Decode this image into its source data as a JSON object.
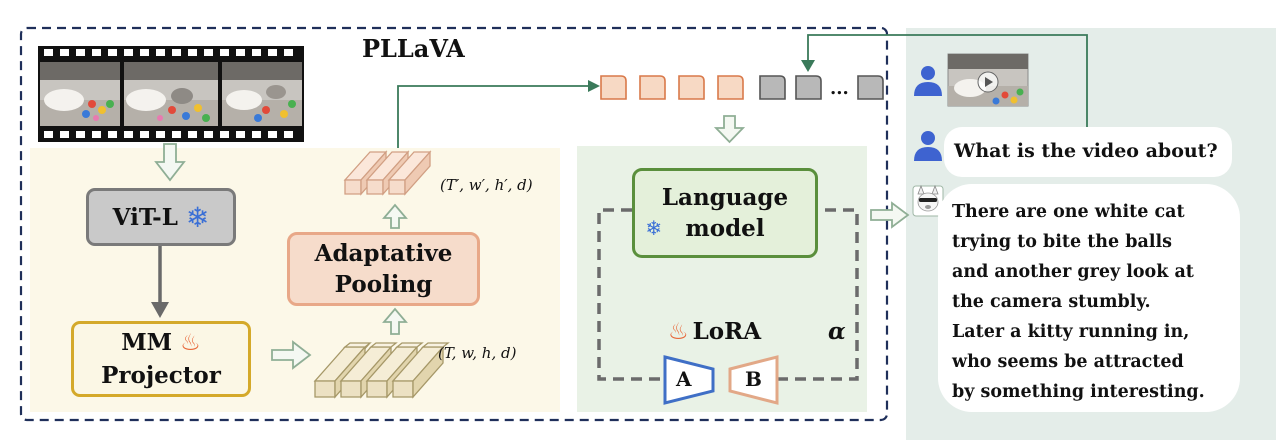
{
  "title": "PLLaVA",
  "blocks": {
    "vit": "ViT-L",
    "projector_line1": "MM",
    "projector_line2": "Projector",
    "pooling_line1": "Adaptative",
    "pooling_line2": "Pooling",
    "language_line1": "Language",
    "language_line2": "model",
    "lora": "LoRA",
    "lora_a": "A",
    "lora_b": "B",
    "alpha": "α"
  },
  "features": {
    "input_shape": "(T, w, h, d)",
    "pooled_shape": "(T′, w′, h′, d)"
  },
  "tokens": {
    "ellipsis": "..."
  },
  "chat": {
    "question": "What is the video about?",
    "answer_lines": [
      "There are one white cat",
      "trying to bite the balls",
      "and another grey look at",
      "the camera stumbly.",
      "Later a kitty running  in,",
      "who seems be attracted",
      "by something interesting."
    ]
  },
  "colors": {
    "frozen": "#3a6fd6",
    "fire": "#e8683a",
    "vit_fill": "#c9c9c9",
    "vit_border": "#7a7a7a",
    "projector_border": "#d4a92a",
    "pooling_fill": "#f6dccb",
    "pooling_border": "#e8a888",
    "language_fill": "#e4f0da",
    "language_border": "#5a8f3c",
    "visual_token": "#f7d9c4",
    "text_token": "#b8b8b8",
    "feature_fill": "#ece1c3",
    "panel_left": "#fcf8e8",
    "panel_right": "#e9f2e6",
    "chat_panel": "#e4ede9",
    "user_icon": "#3e63d0"
  },
  "icons": [
    "snowflake-icon",
    "fire-icon",
    "user-icon",
    "bot-icon",
    "play-icon"
  ]
}
